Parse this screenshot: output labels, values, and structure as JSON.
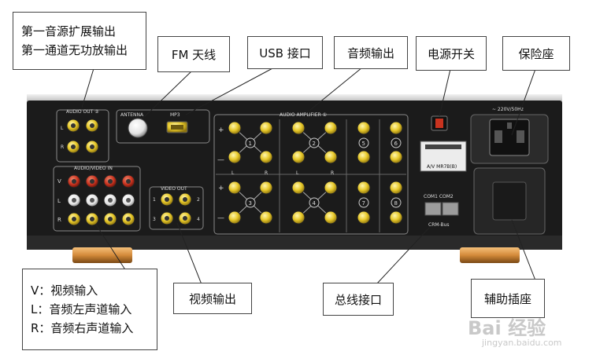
{
  "callouts": {
    "ext_out_line1": "第一音源扩展输出",
    "ext_out_line2": "第一通道无功放输出",
    "fm": "FM 天线",
    "usb": "USB 接口",
    "audio_out": "音频输出",
    "power_switch": "电源开关",
    "fuse": "保险座",
    "av_in_line1": "V：视频输入",
    "av_in_line2": "L：音频左声道输入",
    "av_in_line3": "R：音频右声道输入",
    "video_out": "视频输出",
    "bus": "总线接口",
    "aux_socket": "辅助插座"
  },
  "panel": {
    "audio_out_2": "AUDIO OUT ②",
    "antenna": "ANTENNA",
    "mp3": "MP3",
    "audio_amplifier": "AUDIO AMPLIFIER ①",
    "av_in": "AUDIO/VIDEO IN",
    "video_out": "VIDEO OUT",
    "com": "COM1 COM2",
    "crm_bus": "CRM-Bus",
    "voltage": "~ 220V/50Hz",
    "row_v": "V",
    "row_l": "L",
    "row_r": "R",
    "amp_L": "L",
    "amp_R": "R",
    "plus": "+",
    "minus": "—",
    "n1": "1",
    "n2": "2",
    "n3": "3",
    "n4": "4",
    "n5": "5",
    "n6": "6",
    "n7": "7",
    "n8": "8",
    "vo1": "1",
    "vo2": "2",
    "vo3": "3",
    "vo4": "4",
    "spec": "A/V MR7B(B)"
  },
  "watermark": {
    "brand": "Bai 经验",
    "url": "jingyan.baidu.com"
  },
  "colors": {
    "panel": "#1b1b1b",
    "chrome": "#d8d8d8",
    "gold": "#e7c829",
    "red": "#c8331f",
    "foot": "#d48a3a"
  }
}
